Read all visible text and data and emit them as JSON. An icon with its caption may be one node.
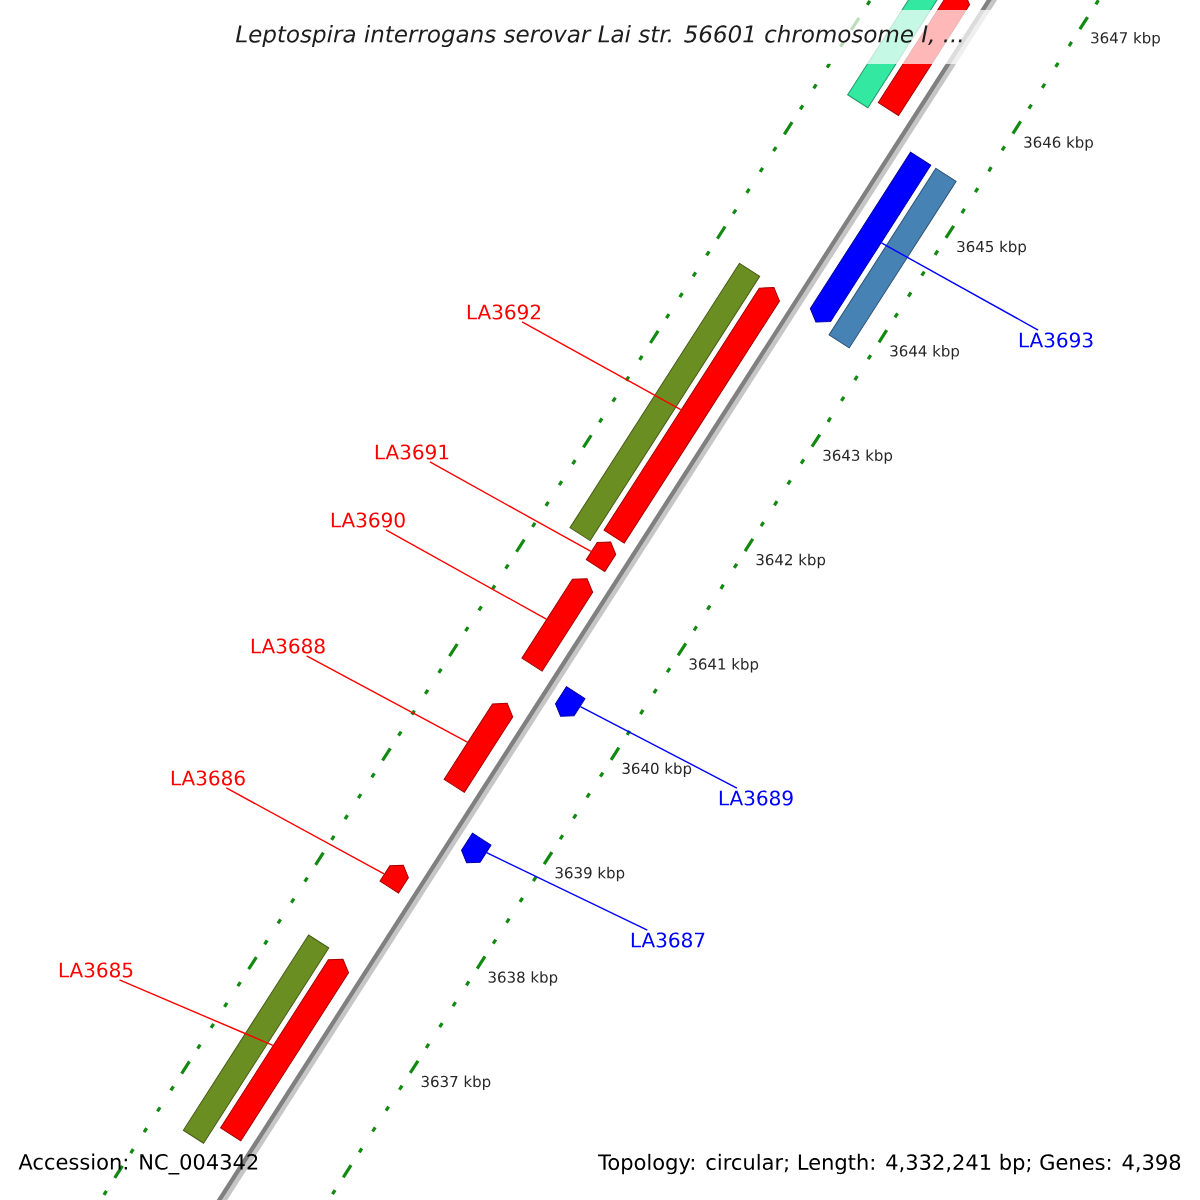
{
  "diagram": {
    "title": "Leptospira interrogans serovar Lai str. 56601 chromosome I, ...",
    "nodes": [
      {
        "text": [],
        "shape": "bar"
      },
      {
        "text": [],
        "shape": "bar"
      },
      {
        "text": [
          "LA3692"
        ]
      },
      {
        "text": [],
        "shape": "bar"
      },
      {
        "text": [],
        "shape": "bar"
      },
      {
        "text": [],
        "shape": "bar"
      },
      {
        "text": [],
        "shape": "bar"
      },
      {
        "text": [
          "LA3693"
        ]
      },
      {
        "text": [
          "LA3691"
        ]
      },
      {
        "text": [],
        "shape": "bar"
      },
      {
        "text": [
          "LA3690"
        ]
      },
      {
        "text": [],
        "shape": "bar"
      },
      {
        "text": [
          "LA3688"
        ]
      },
      {
        "text": [],
        "shape": "bar"
      },
      {
        "text": [],
        "shape": "bar"
      },
      {
        "text": [
          "LA3689"
        ]
      },
      {
        "text": [
          "LA3686"
        ]
      },
      {
        "text": [],
        "shape": "bar"
      },
      {
        "text": [],
        "shape": "bar"
      },
      {
        "text": [
          "LA3687"
        ]
      },
      {
        "text": [
          "LA3685"
        ]
      },
      {
        "text": [],
        "shape": "bar"
      },
      {
        "text": [],
        "shape": "bar"
      }
    ],
    "edges": [
      {
        "from": 2,
        "to": 4,
        "arrow": "none"
      },
      {
        "from": 7,
        "to": 5,
        "arrow": "none",
        "color": "#0000ff"
      },
      {
        "from": 8,
        "to": 9,
        "arrow": "none"
      },
      {
        "from": 10,
        "to": 11,
        "arrow": "none"
      },
      {
        "from": 12,
        "to": 13,
        "arrow": "none"
      },
      {
        "from": 15,
        "to": 14,
        "arrow": "none",
        "color": "#0000ff"
      },
      {
        "from": 16,
        "to": 17,
        "arrow": "none"
      },
      {
        "from": 19,
        "to": 18,
        "arrow": "none",
        "color": "#0000ff"
      },
      {
        "from": 20,
        "to": 22,
        "arrow": "none"
      }
    ],
    "labels": [
      "3647 kbp",
      "3646 kbp",
      "3645 kbp",
      "3644 kbp",
      "3643 kbp",
      "3642 kbp",
      "3641 kbp",
      "3640 kbp",
      "3639 kbp",
      "3638 kbp",
      "3637 kbp",
      "Accession: NC_004342",
      "Topology: circular; Length: 4,332,241 bp; Genes: 4,398"
    ]
  }
}
